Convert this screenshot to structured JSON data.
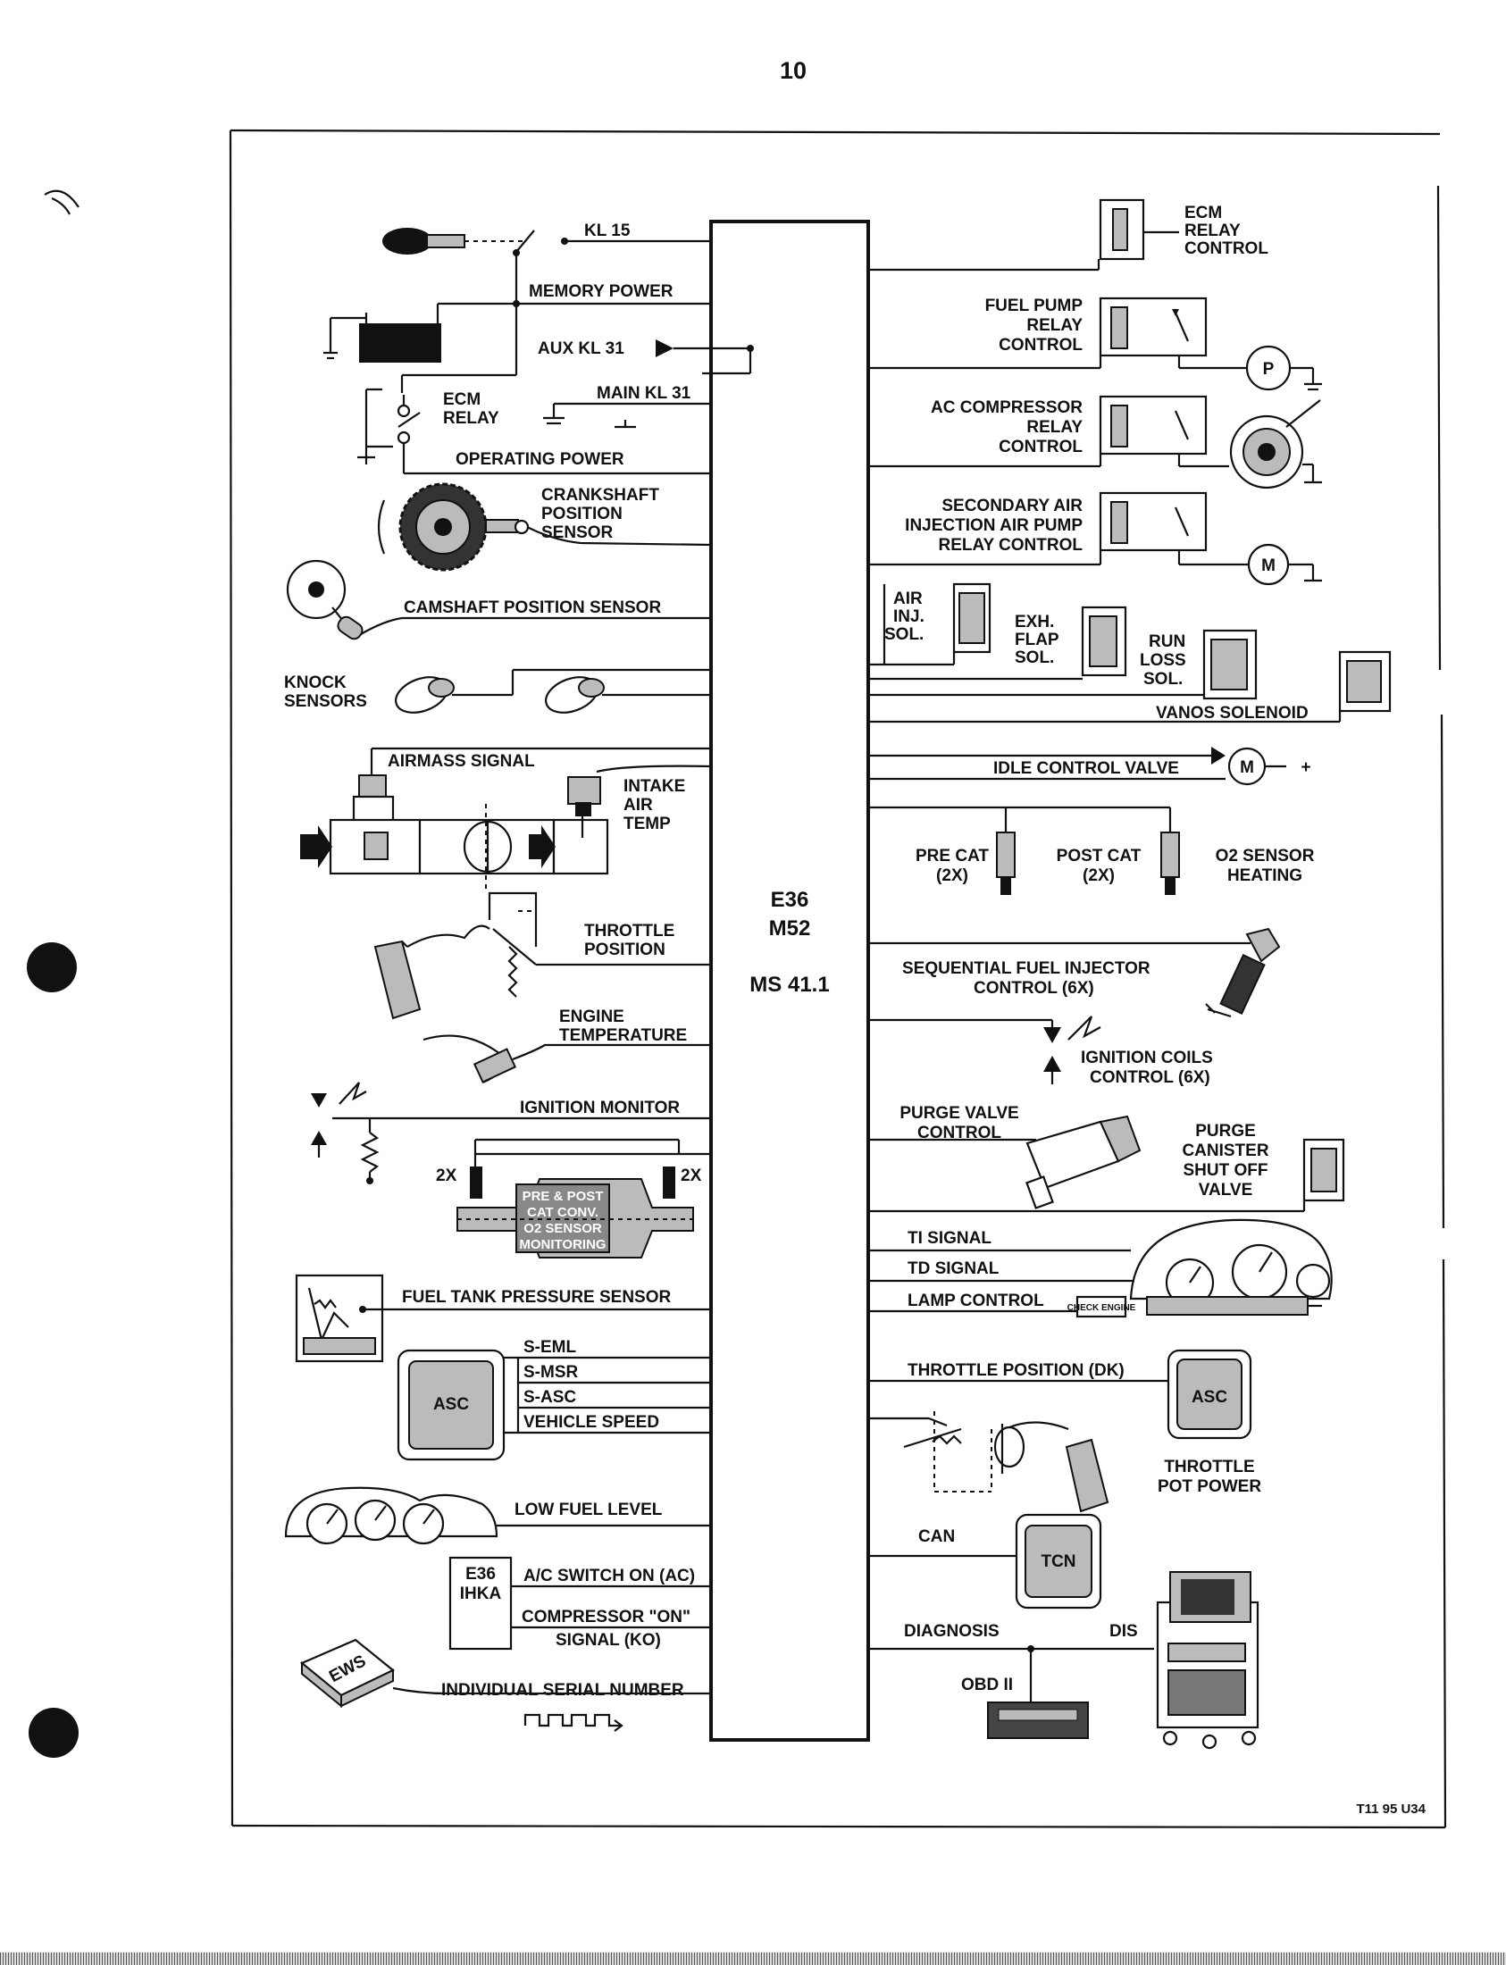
{
  "page_number": "10",
  "figure_code": "T11 95 U34",
  "ecu": {
    "line1": "E36",
    "line2": "M52",
    "line3": "MS 41.1"
  },
  "inputs": {
    "kl15": "KL 15",
    "memory_power": "MEMORY POWER",
    "aux_kl31": "AUX KL 31",
    "main_kl31": "MAIN KL 31",
    "ecm_relay_1": "ECM",
    "ecm_relay_2": "RELAY",
    "operating_power": "OPERATING POWER",
    "crank_1": "CRANKSHAFT",
    "crank_2": "POSITION",
    "crank_3": "SENSOR",
    "camshaft": "CAMSHAFT POSITION SENSOR",
    "knock_1": "KNOCK",
    "knock_2": "SENSORS",
    "airmass": "AIRMASS SIGNAL",
    "iat_1": "INTAKE",
    "iat_2": "AIR",
    "iat_3": "TEMP",
    "throttle_1": "THROTTLE",
    "throttle_2": "POSITION",
    "engtemp_1": "ENGINE",
    "engtemp_2": "TEMPERATURE",
    "ign_monitor": "IGNITION MONITOR",
    "twox_left": "2X",
    "twox_right": "2X",
    "cat_1": "PRE & POST",
    "cat_2": "CAT CONV.",
    "cat_3": "O2 SENSOR",
    "cat_4": "MONITORING",
    "fuel_tank": "FUEL TANK PRESSURE SENSOR",
    "s_eml": "S-EML",
    "s_msr": "S-MSR",
    "s_asc": "S-ASC",
    "vehicle_speed": "VEHICLE SPEED",
    "asc_box": "ASC",
    "low_fuel": "LOW FUEL LEVEL",
    "ihka_1": "E36",
    "ihka_2": "IHKA",
    "ac_switch": "A/C SWITCH ON (AC)",
    "comp_on_1": "COMPRESSOR \"ON\"",
    "comp_on_2": "SIGNAL (KO)",
    "ews": "EWS",
    "serial": "INDIVIDUAL SERIAL NUMBER"
  },
  "outputs": {
    "ecm_relay_ctrl_1": "ECM",
    "ecm_relay_ctrl_2": "RELAY",
    "ecm_relay_ctrl_3": "CONTROL",
    "fuel_pump_1": "FUEL PUMP",
    "fuel_pump_2": "RELAY",
    "fuel_pump_3": "CONTROL",
    "pump_p": "P",
    "ac_comp_1": "AC COMPRESSOR",
    "ac_comp_2": "RELAY",
    "ac_comp_3": "CONTROL",
    "sec_air_1": "SECONDARY AIR",
    "sec_air_2": "INJECTION AIR PUMP",
    "sec_air_3": "RELAY CONTROL",
    "motor_m": "M",
    "air_inj_1": "AIR",
    "air_inj_2": "INJ.",
    "air_inj_3": "SOL.",
    "exh_flap_1": "EXH.",
    "exh_flap_2": "FLAP",
    "exh_flap_3": "SOL.",
    "run_loss_1": "RUN",
    "run_loss_2": "LOSS",
    "run_loss_3": "SOL.",
    "vanos": "VANOS SOLENOID",
    "idle": "IDLE CONTROL VALVE",
    "idle_m": "M",
    "idle_plus": "+",
    "pre_cat_1": "PRE CAT",
    "pre_cat_2": "(2X)",
    "post_cat_1": "POST CAT",
    "post_cat_2": "(2X)",
    "o2_heat_1": "O2 SENSOR",
    "o2_heat_2": "HEATING",
    "injector_1": "SEQUENTIAL FUEL INJECTOR",
    "injector_2": "CONTROL (6X)",
    "coils_1": "IGNITION COILS",
    "coils_2": "CONTROL (6X)",
    "purge_1": "PURGE VALVE",
    "purge_2": "CONTROL",
    "canister_1": "PURGE",
    "canister_2": "CANISTER",
    "canister_3": "SHUT OFF",
    "canister_4": "VALVE",
    "ti": "TI SIGNAL",
    "td": "TD SIGNAL",
    "lamp": "LAMP CONTROL",
    "check_engine": "CHECK ENGINE",
    "throttle_dk": "THROTTLE POSITION (DK)",
    "asc_box": "ASC",
    "pot_1": "THROTTLE",
    "pot_2": "POT POWER",
    "can": "CAN",
    "tcn": "TCN",
    "diagnosis": "DIAGNOSIS",
    "dis": "DIS",
    "obd": "OBD II"
  }
}
